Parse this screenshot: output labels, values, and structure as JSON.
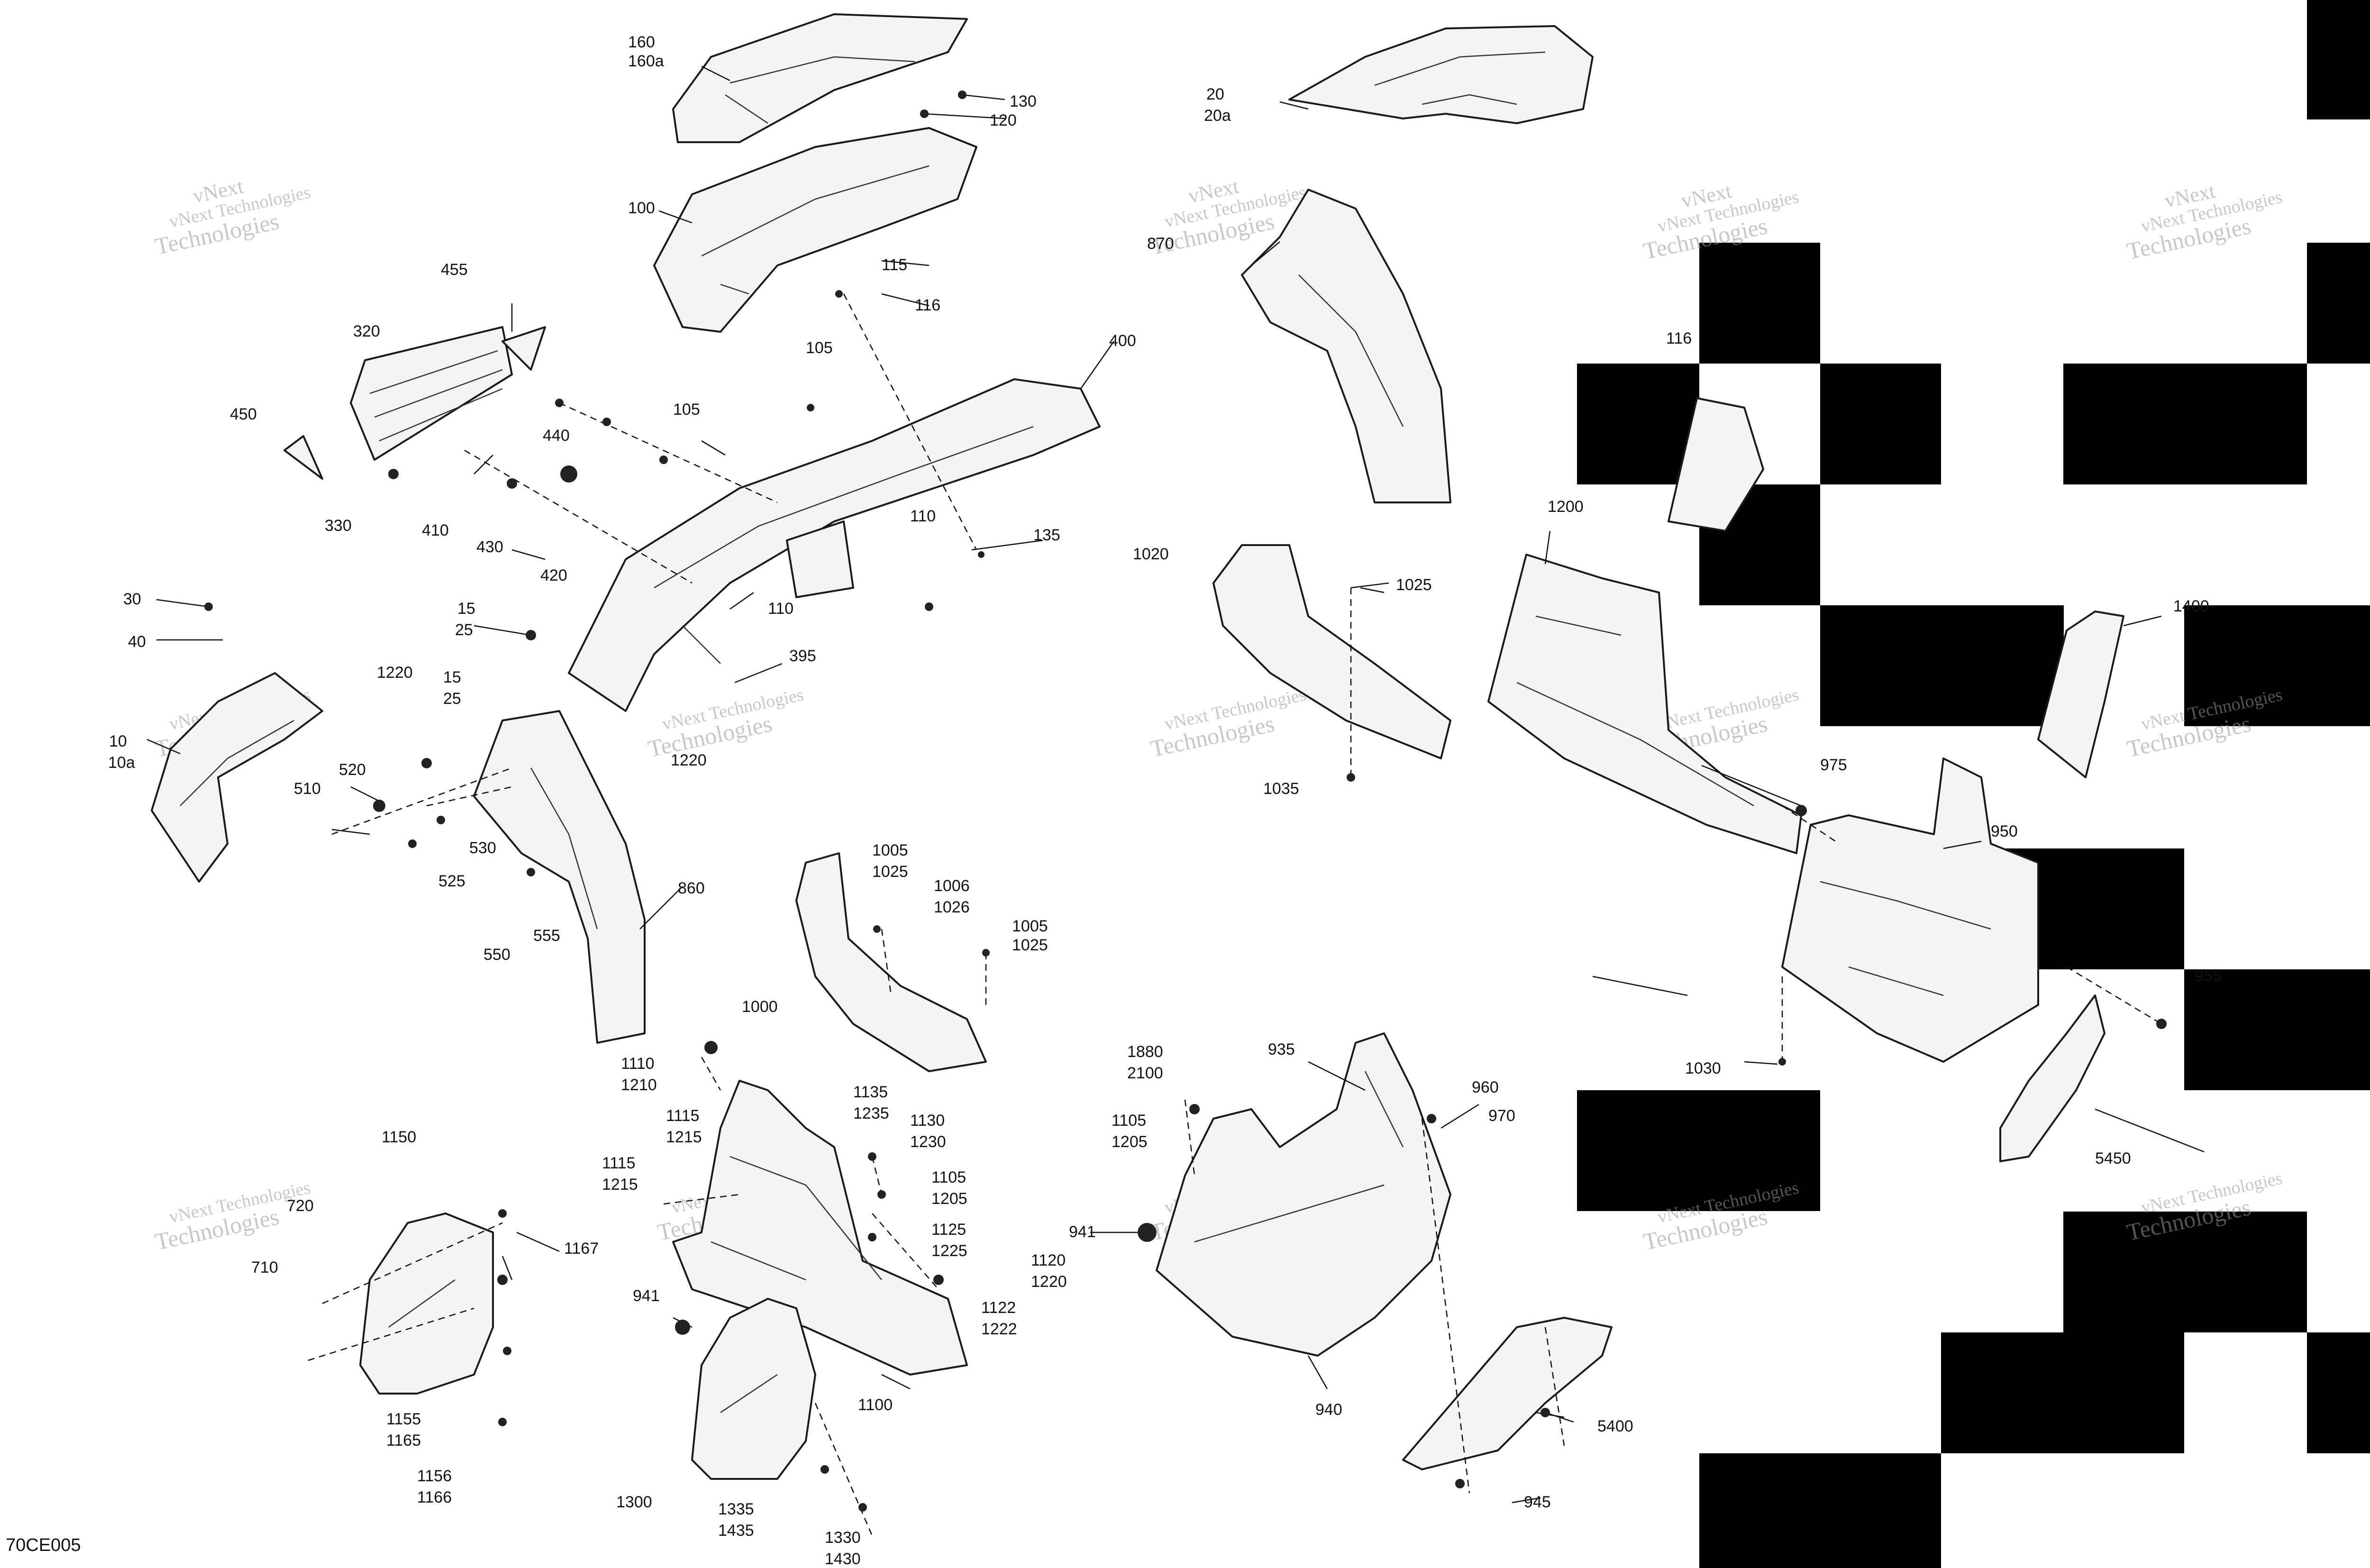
{
  "diagram": {
    "code": "70CE005",
    "watermark_line1": "vNext Technologies",
    "watermark_line2": "Technologies",
    "watermark_top": "vNext",
    "labels": [
      {
        "id": "160",
        "text": "160"
      },
      {
        "id": "160a",
        "text": "160a"
      },
      {
        "id": "130",
        "text": "130"
      },
      {
        "id": "120",
        "text": "120"
      },
      {
        "id": "20",
        "text": "20"
      },
      {
        "id": "20a",
        "text": "20a"
      },
      {
        "id": "100",
        "text": "100"
      },
      {
        "id": "870",
        "text": "870"
      },
      {
        "id": "455",
        "text": "455"
      },
      {
        "id": "320",
        "text": "320"
      },
      {
        "id": "450",
        "text": "450"
      },
      {
        "id": "330",
        "text": "330"
      },
      {
        "id": "115",
        "text": "115"
      },
      {
        "id": "116",
        "text": "116"
      },
      {
        "id": "105a",
        "text": "105"
      },
      {
        "id": "400",
        "text": "400"
      },
      {
        "id": "105b",
        "text": "105"
      },
      {
        "id": "440",
        "text": "440"
      },
      {
        "id": "410",
        "text": "410"
      },
      {
        "id": "430",
        "text": "430"
      },
      {
        "id": "420",
        "text": "420"
      },
      {
        "id": "110a",
        "text": "110"
      },
      {
        "id": "135",
        "text": "135"
      },
      {
        "id": "110b",
        "text": "110"
      },
      {
        "id": "116b",
        "text": "116"
      },
      {
        "id": "1200",
        "text": "1200"
      },
      {
        "id": "1020",
        "text": "1020"
      },
      {
        "id": "1025a",
        "text": "1025"
      },
      {
        "id": "30",
        "text": "30"
      },
      {
        "id": "40",
        "text": "40"
      },
      {
        "id": "15a",
        "text": "15"
      },
      {
        "id": "25a",
        "text": "25"
      },
      {
        "id": "395",
        "text": "395"
      },
      {
        "id": "1220a",
        "text": "1220"
      },
      {
        "id": "15b",
        "text": "15"
      },
      {
        "id": "25b",
        "text": "25"
      },
      {
        "id": "10",
        "text": "10"
      },
      {
        "id": "10a",
        "text": "10a"
      },
      {
        "id": "520",
        "text": "520"
      },
      {
        "id": "510",
        "text": "510"
      },
      {
        "id": "1220b",
        "text": "1220"
      },
      {
        "id": "1400",
        "text": "1400"
      },
      {
        "id": "1035",
        "text": "1035"
      },
      {
        "id": "975",
        "text": "975"
      },
      {
        "id": "530",
        "text": "530"
      },
      {
        "id": "525",
        "text": "525"
      },
      {
        "id": "860",
        "text": "860"
      },
      {
        "id": "950",
        "text": "950"
      },
      {
        "id": "555",
        "text": "555"
      },
      {
        "id": "550",
        "text": "550"
      },
      {
        "id": "1005a",
        "text": "1005"
      },
      {
        "id": "1025b",
        "text": "1025"
      },
      {
        "id": "1006",
        "text": "1006"
      },
      {
        "id": "1026",
        "text": "1026"
      },
      {
        "id": "1005b",
        "text": "1005"
      },
      {
        "id": "1025c",
        "text": "1025"
      },
      {
        "id": "1000",
        "text": "1000"
      },
      {
        "id": "955",
        "text": "955"
      },
      {
        "id": "1030",
        "text": "1030"
      },
      {
        "id": "1110",
        "text": "1110"
      },
      {
        "id": "1210",
        "text": "1210"
      },
      {
        "id": "1880",
        "text": "1880"
      },
      {
        "id": "2100",
        "text": "2100"
      },
      {
        "id": "935",
        "text": "935"
      },
      {
        "id": "960",
        "text": "960"
      },
      {
        "id": "1135",
        "text": "1135"
      },
      {
        "id": "1235",
        "text": "1235"
      },
      {
        "id": "1115a",
        "text": "1115"
      },
      {
        "id": "1215a",
        "text": "1215"
      },
      {
        "id": "1130",
        "text": "1130"
      },
      {
        "id": "1230",
        "text": "1230"
      },
      {
        "id": "1105a",
        "text": "1105"
      },
      {
        "id": "1205a",
        "text": "1205"
      },
      {
        "id": "970",
        "text": "970"
      },
      {
        "id": "5450",
        "text": "5450"
      },
      {
        "id": "1150",
        "text": "1150"
      },
      {
        "id": "1115b",
        "text": "1115"
      },
      {
        "id": "1215b",
        "text": "1215"
      },
      {
        "id": "1105b",
        "text": "1105"
      },
      {
        "id": "1205b",
        "text": "1205"
      },
      {
        "id": "720",
        "text": "720"
      },
      {
        "id": "1167",
        "text": "1167"
      },
      {
        "id": "710",
        "text": "710"
      },
      {
        "id": "1125",
        "text": "1125"
      },
      {
        "id": "1225",
        "text": "1225"
      },
      {
        "id": "941a",
        "text": "941"
      },
      {
        "id": "1120",
        "text": "1120"
      },
      {
        "id": "1220c",
        "text": "1220"
      },
      {
        "id": "941b",
        "text": "941"
      },
      {
        "id": "1122",
        "text": "1122"
      },
      {
        "id": "1222",
        "text": "1222"
      },
      {
        "id": "1100",
        "text": "1100"
      },
      {
        "id": "940",
        "text": "940"
      },
      {
        "id": "5400",
        "text": "5400"
      },
      {
        "id": "1155",
        "text": "1155"
      },
      {
        "id": "1165",
        "text": "1165"
      },
      {
        "id": "1156",
        "text": "1156"
      },
      {
        "id": "1166",
        "text": "1166"
      },
      {
        "id": "1300",
        "text": "1300"
      },
      {
        "id": "1335",
        "text": "1335"
      },
      {
        "id": "1435",
        "text": "1435"
      },
      {
        "id": "945",
        "text": "945"
      },
      {
        "id": "1330",
        "text": "1330"
      },
      {
        "id": "1430",
        "text": "1430"
      }
    ]
  }
}
